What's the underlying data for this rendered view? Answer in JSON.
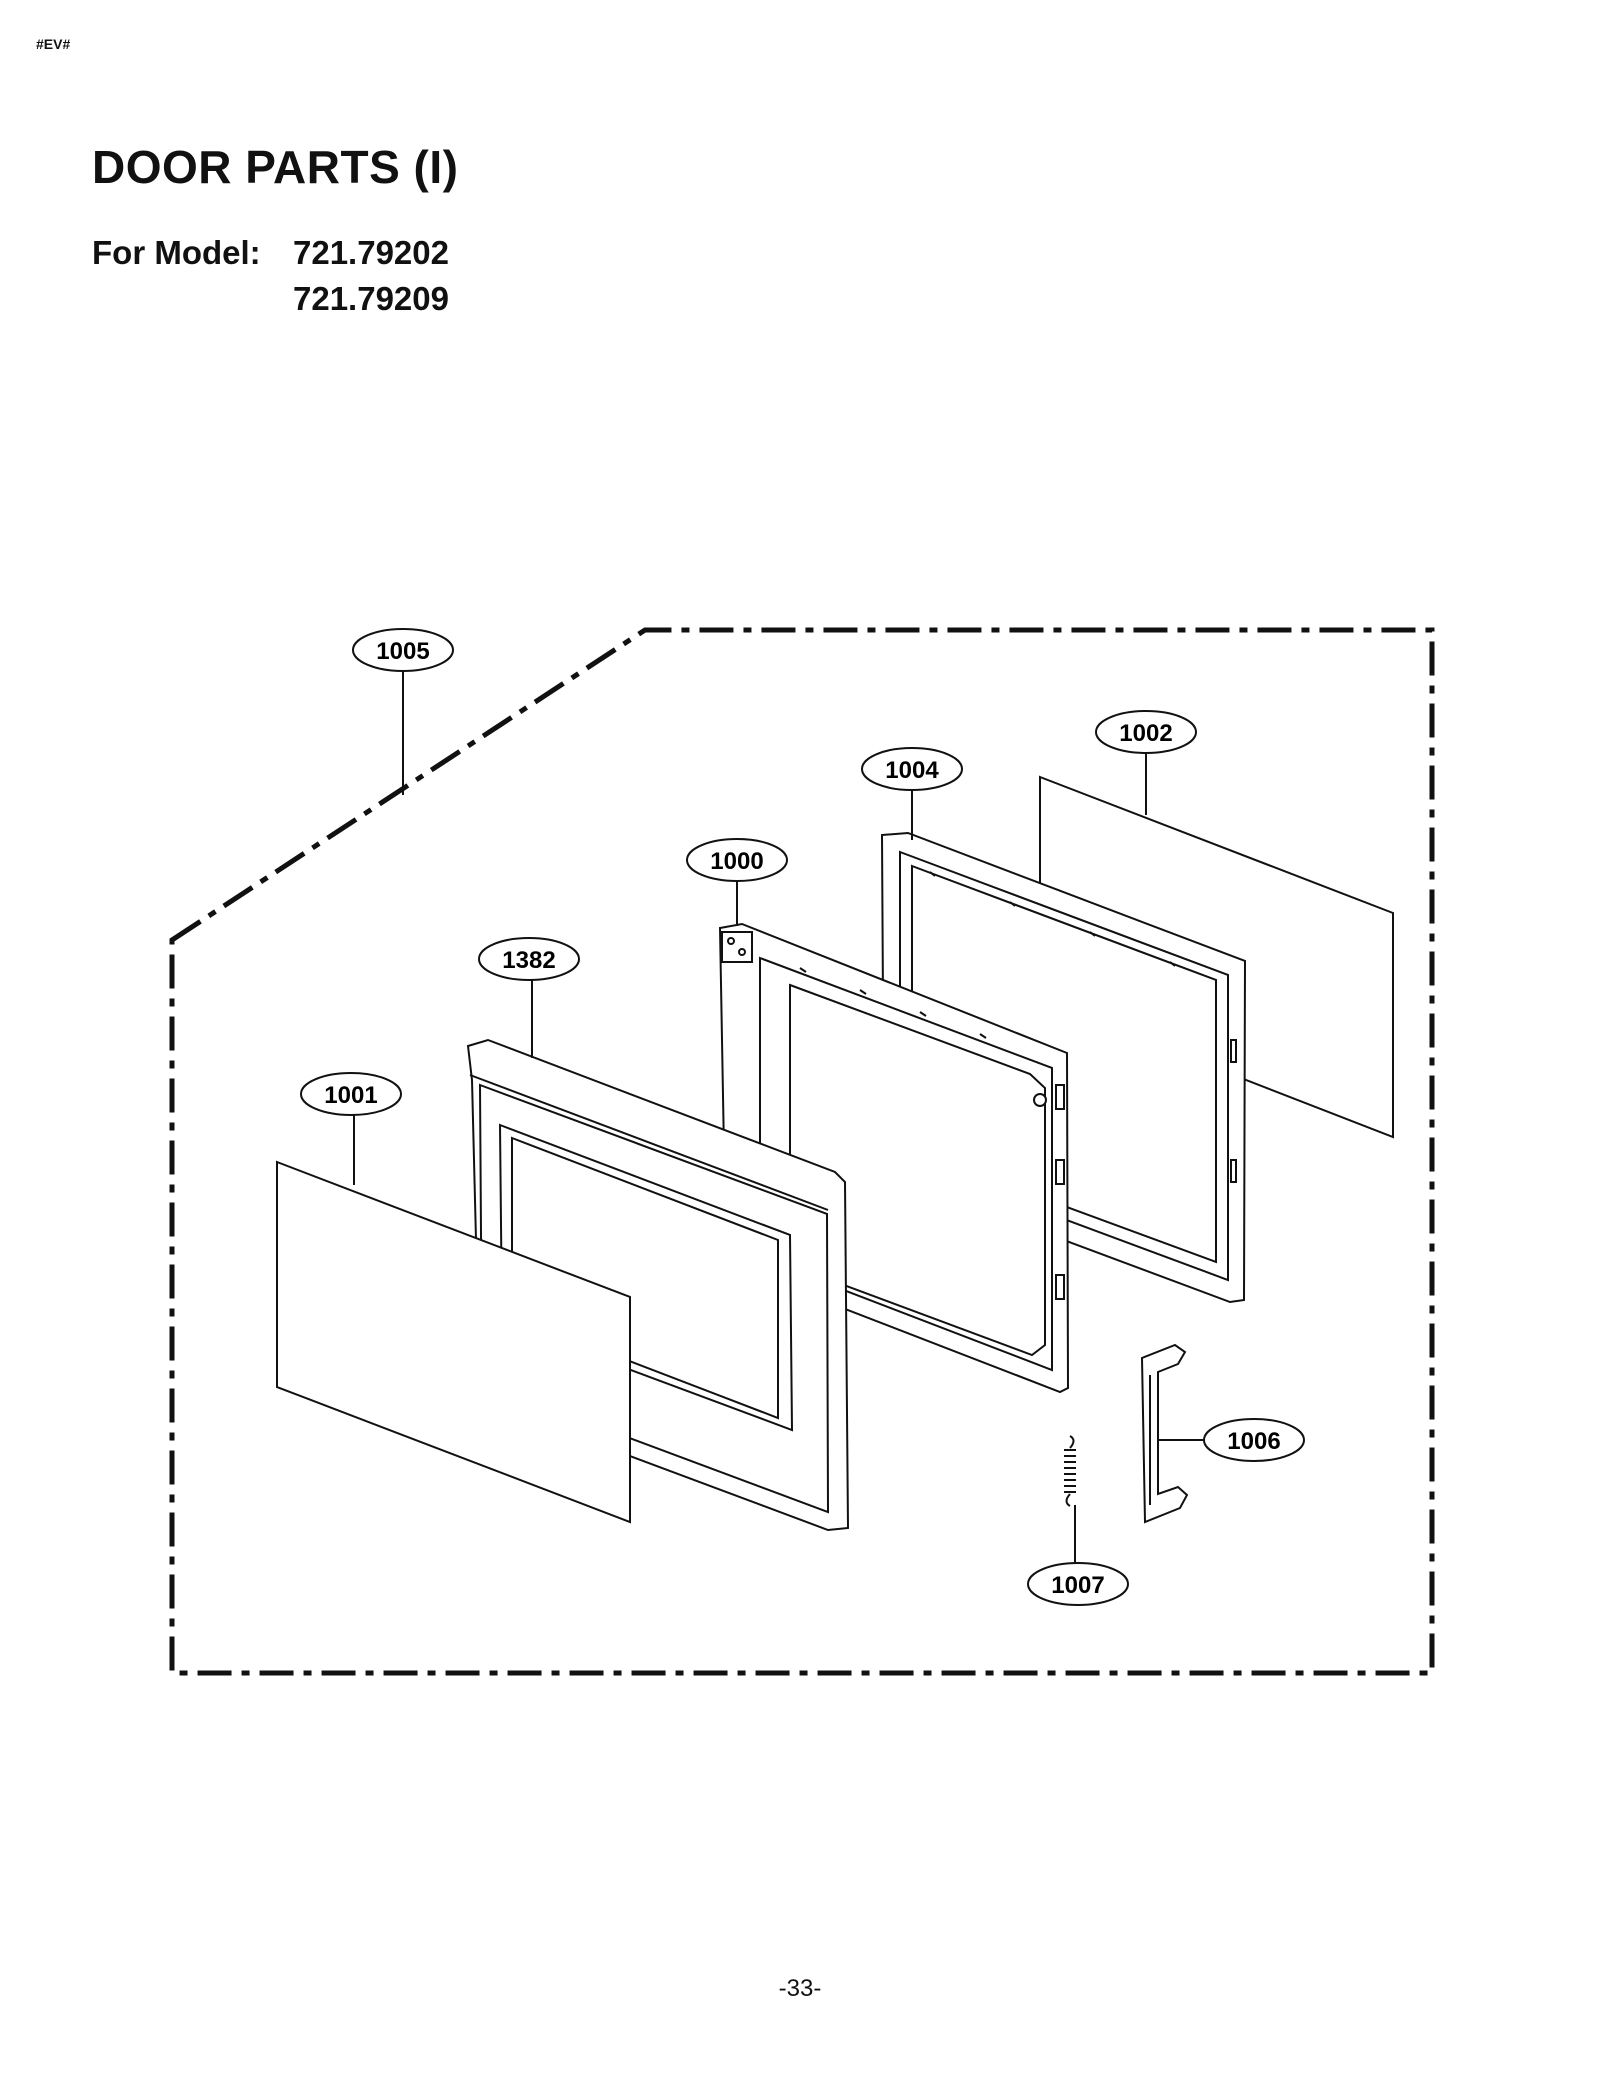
{
  "header": {
    "code": "#EV#"
  },
  "title": "DOOR PARTS (I)",
  "model": {
    "label": "For Model:",
    "numbers": [
      "721.79202",
      "721.79209"
    ]
  },
  "callouts": {
    "c1005": "1005",
    "c1002": "1002",
    "c1004": "1004",
    "c1000": "1000",
    "c1382": "1382",
    "c1001": "1001",
    "c1006": "1006",
    "c1007": "1007"
  },
  "footer": {
    "page": "-33-"
  }
}
